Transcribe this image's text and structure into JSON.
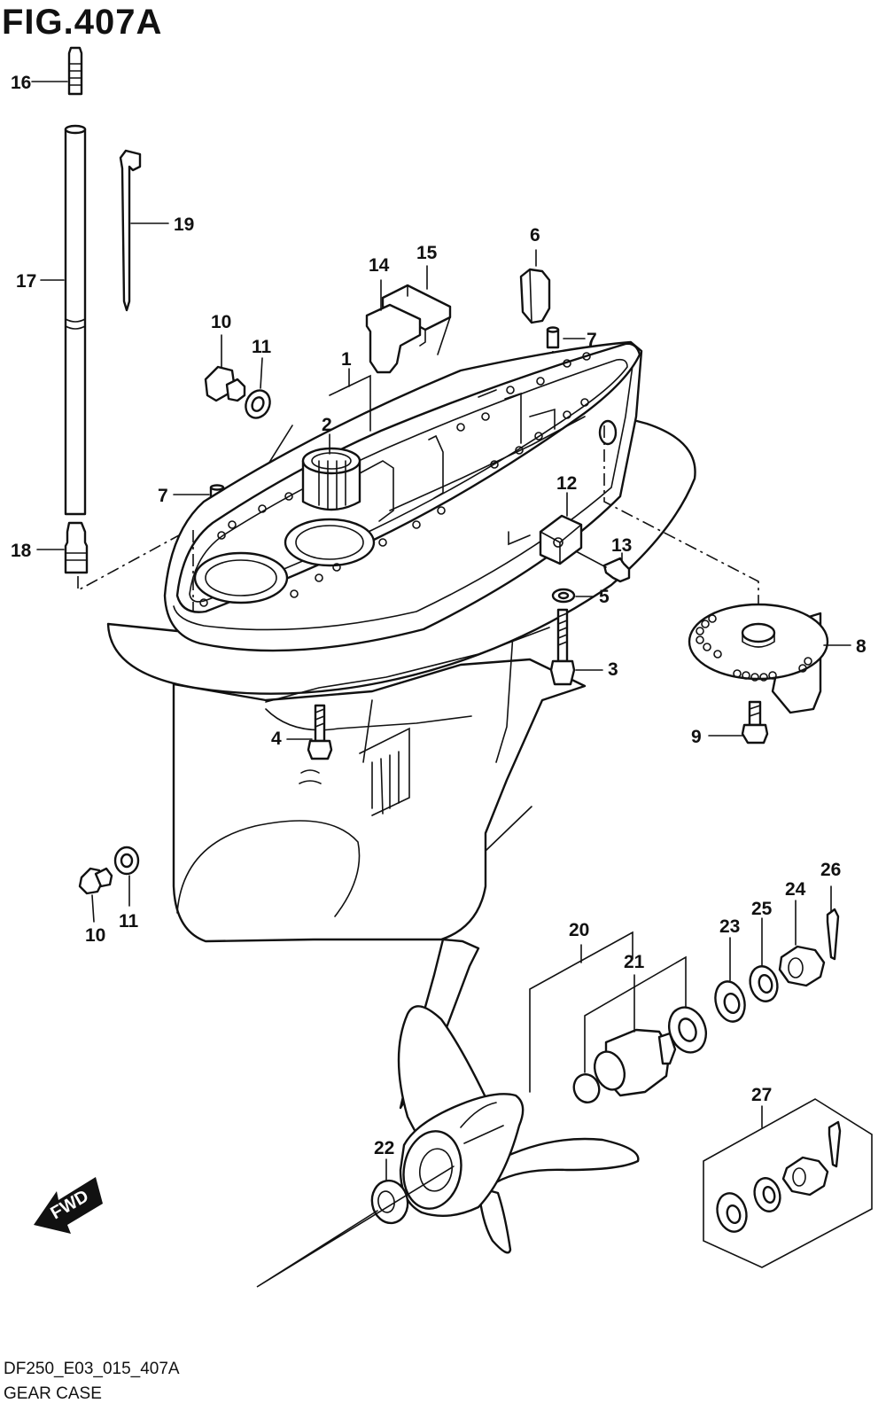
{
  "figure": {
    "title": "FIG.407A",
    "code": "DF250_E03_015_407A",
    "name": "GEAR CASE",
    "direction_badge": "FWD"
  },
  "callouts": {
    "c1": "1",
    "c2": "2",
    "c3": "3",
    "c4": "4",
    "c5": "5",
    "c6": "6",
    "c7a": "7",
    "c7b": "7",
    "c8": "8",
    "c9": "9",
    "c10a": "10",
    "c10b": "10",
    "c11a": "11",
    "c11b": "11",
    "c12": "12",
    "c13": "13",
    "c14": "14",
    "c15": "15",
    "c16": "16",
    "c17": "17",
    "c18": "18",
    "c19": "19",
    "c20": "20",
    "c21": "21",
    "c22": "22",
    "c23": "23",
    "c24": "24",
    "c25": "25",
    "c26": "26",
    "c27": "27"
  }
}
